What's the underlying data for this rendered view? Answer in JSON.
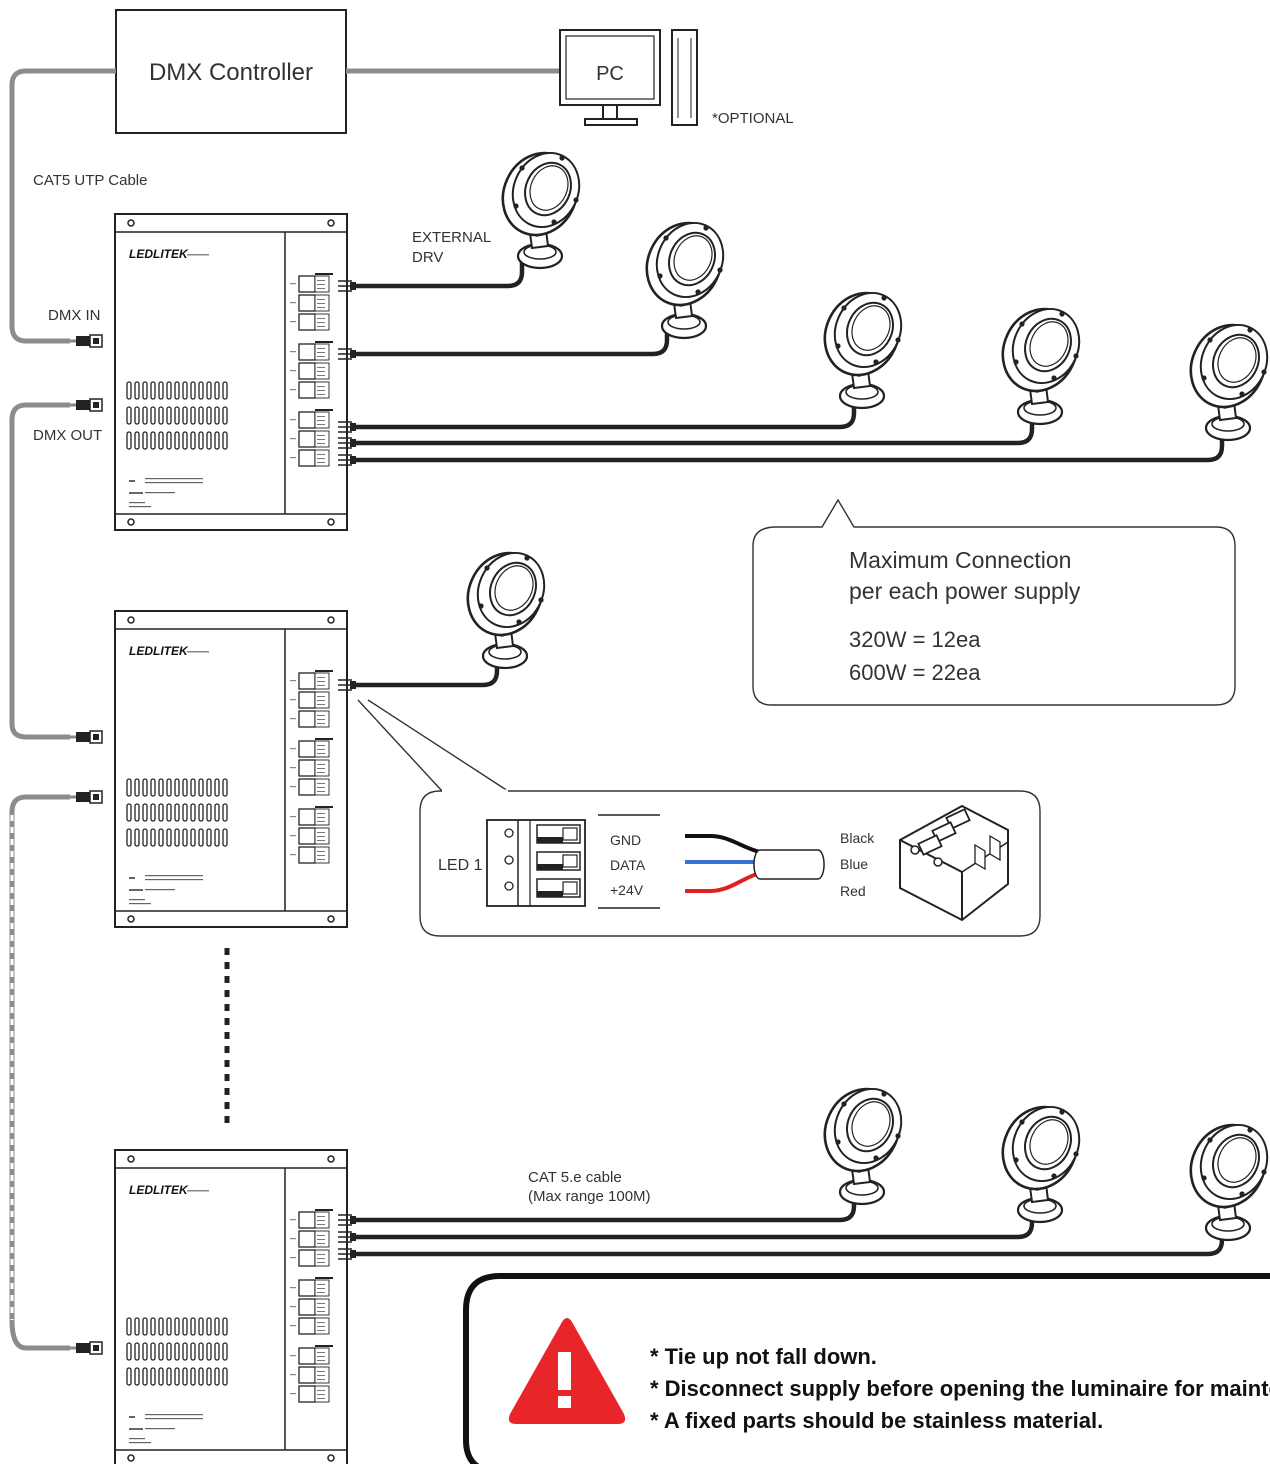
{
  "controller": {
    "label": "DMX Controller"
  },
  "pc": {
    "label": "PC",
    "note": "*OPTIONAL"
  },
  "cables": {
    "cat5_utp": "CAT5 UTP Cable",
    "dmx_in": "DMX IN",
    "dmx_out": "DMX OUT",
    "external_line1": "EXTERNAL",
    "external_line2": "DRV",
    "cat5e_line1": "CAT 5.e cable",
    "cat5e_line2": "(Max range 100M)"
  },
  "power_supply": {
    "brand": "LEDLITEK"
  },
  "max_connection": {
    "title_line1": "Maximum Connection",
    "title_line2": "per each power supply",
    "row1": "320W = 12ea",
    "row2": "600W = 22ea"
  },
  "connector_detail": {
    "led_label": "LED 1",
    "pins": [
      "GND",
      "DATA",
      "+24V"
    ],
    "wires": [
      "Black",
      "Blue",
      "Red"
    ],
    "wire_colors": [
      "#111111",
      "#3b6fd6",
      "#e02020"
    ]
  },
  "warning": {
    "icon": "warning-triangle-icon",
    "color": "#e8262a",
    "lines": [
      "* Tie up not fall down.",
      "* Disconnect supply before opening the luminaire for maintenance.",
      "* A fixed parts should be stainless material."
    ]
  }
}
